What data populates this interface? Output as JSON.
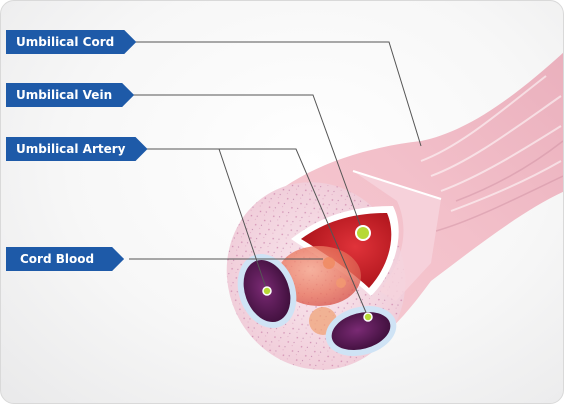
{
  "labels": {
    "umbilical_cord": "Umbilical Cord",
    "umbilical_vein": "Umbilical Vein",
    "umbilical_artery": "Umbilical Artery",
    "cord_blood": "Cord Blood"
  },
  "colors": {
    "label_background": "#1e5aa8",
    "label_text": "#ffffff",
    "leader_line": "#555555",
    "cord_tissue": "#f1c6cf",
    "vein_lumen": "#c4161c",
    "artery_lumen": "#5a1a55",
    "marker_dot": "#b7d936"
  }
}
